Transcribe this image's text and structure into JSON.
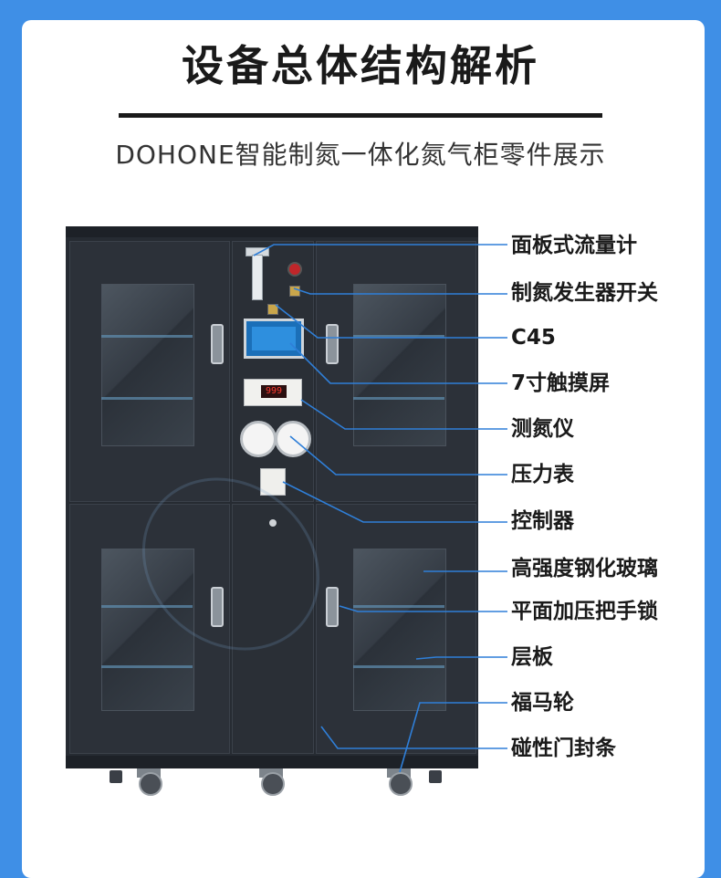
{
  "header": {
    "title": "设备总体结构解析",
    "subtitle": "DOHONE智能制氮一体化氮气柜零件展示"
  },
  "screen": {
    "reading": "999"
  },
  "labels": [
    {
      "key": "flowmeter",
      "text": "面板式流量计"
    },
    {
      "key": "nitrogen-switch",
      "text": "制氮发生器开关"
    },
    {
      "key": "c45",
      "text": "C45"
    },
    {
      "key": "touchscreen",
      "text": "7寸触摸屏"
    },
    {
      "key": "nitrogen-analyzer",
      "text": "测氮仪"
    },
    {
      "key": "pressure-gauge",
      "text": "压力表"
    },
    {
      "key": "controller",
      "text": "控制器"
    },
    {
      "key": "tempered-glass",
      "text": "高强度钢化玻璃"
    },
    {
      "key": "flat-lock",
      "text": "平面加压把手锁"
    },
    {
      "key": "shelf",
      "text": "层板"
    },
    {
      "key": "caster",
      "text": "福马轮"
    },
    {
      "key": "magnetic-seal",
      "text": "碰性门封条"
    }
  ],
  "colors": {
    "background": "#3f8fe6",
    "leader_line": "#2f7fd8",
    "cabinet": "#262b32"
  }
}
